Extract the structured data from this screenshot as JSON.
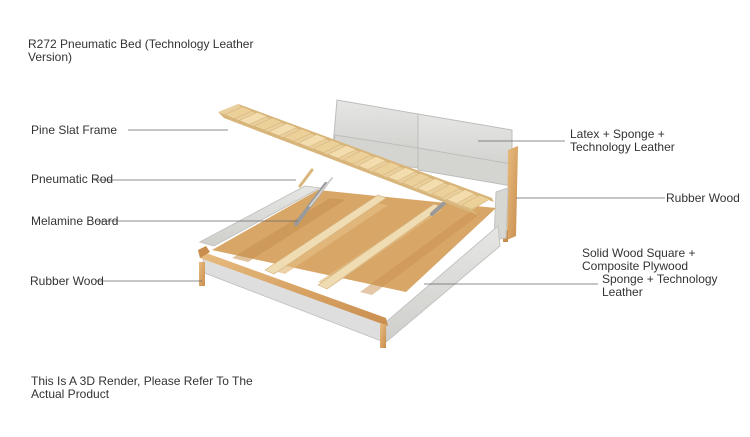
{
  "title": "R272 Pneumatic Bed (Technology Leather Version)",
  "note": "This Is A 3D Render, Please Refer To The Actual Product",
  "labels": {
    "pine_slat_frame": "Pine Slat Frame",
    "pneumatic_rod": "Pneumatic Rod",
    "melamine_board": "Melamine Board",
    "rubber_wood_left": "Rubber Wood",
    "latex_sponge": "Latex + Sponge + Technology Leather",
    "rubber_wood_right": "Rubber Wood",
    "solid_wood_line1": "Solid Wood Square + Composite Plywood",
    "solid_wood_line2": "Sponge + Technology Leather"
  },
  "colors": {
    "wood": "#d9a86b",
    "leather": "#dcdcdc",
    "slat": "#f3dcae"
  }
}
